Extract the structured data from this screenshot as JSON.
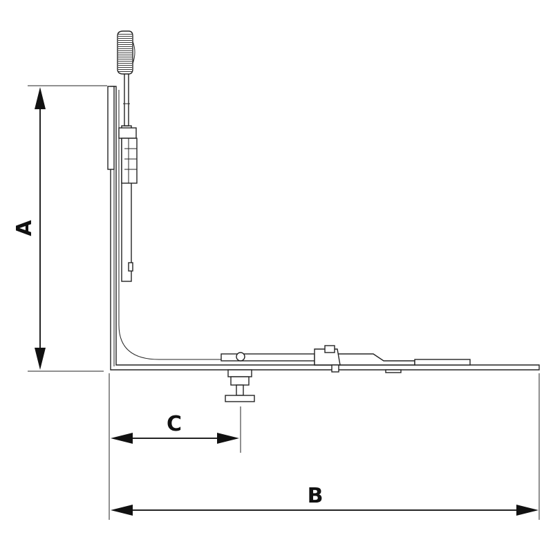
{
  "labels": {
    "dim_a": "A",
    "dim_b": "B",
    "dim_c": "C"
  },
  "colors": {
    "line": "#222222",
    "background": "#ffffff"
  }
}
